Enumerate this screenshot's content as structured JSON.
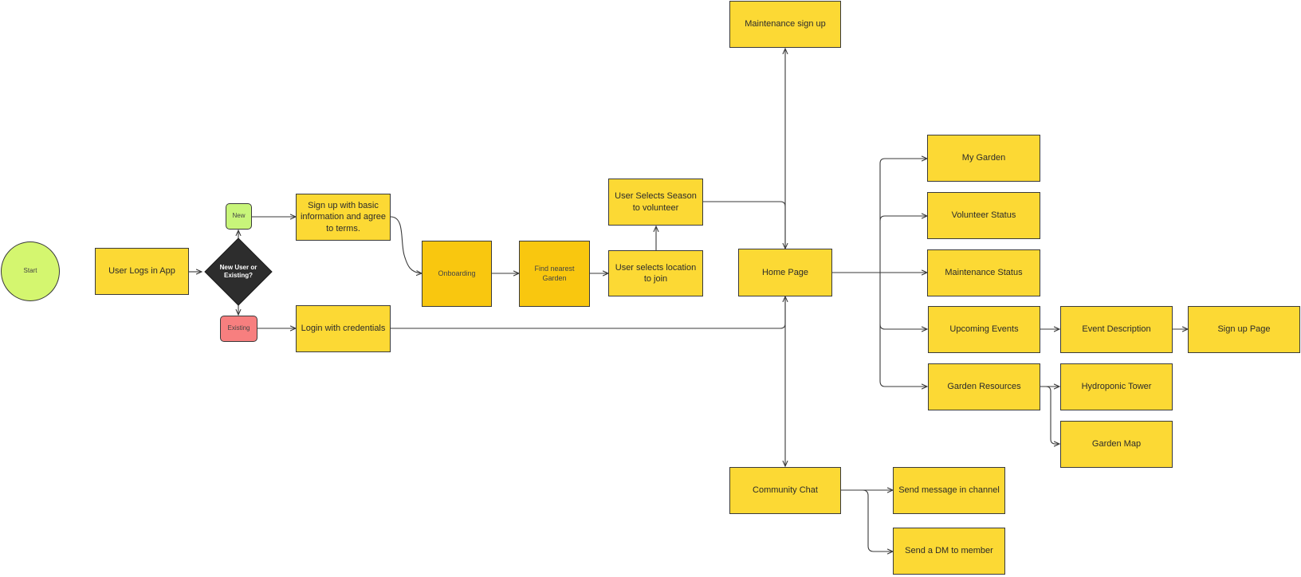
{
  "nodes": {
    "start": "Start",
    "user_logs_in": "User Logs in App",
    "decision": "New User or Existing?",
    "new": "New",
    "existing": "Existing",
    "sign_up": "Sign up with basic information and agree to terms.",
    "login": "Login with credentials",
    "onboarding": "Onboarding",
    "find_garden": "Find nearest Garden",
    "select_location": "User selects location to join",
    "select_season": "User Selects Season to volunteer",
    "home_page": "Home Page",
    "maintenance_signup": "Maintenance sign up",
    "community_chat": "Community Chat",
    "send_message": "Send message in channel",
    "send_dm": "Send a DM to member",
    "my_garden": "My Garden",
    "volunteer_status": "Volunteer Status",
    "maintenance_status": "Maintenance Status",
    "upcoming_events": "Upcoming Events",
    "event_description": "Event Description",
    "sign_up_page": "Sign up Page",
    "garden_resources": "Garden Resources",
    "hydroponic_tower": "Hydroponic Tower",
    "garden_map": "Garden Map"
  },
  "colors": {
    "process": "#fcd934",
    "process_dark": "#f9c70f",
    "start": "#d4f66f",
    "new_tag": "#c8f57a",
    "existing_tag": "#f77f7f",
    "decision": "#2d2d2d",
    "connector": "#3a3a3a"
  }
}
